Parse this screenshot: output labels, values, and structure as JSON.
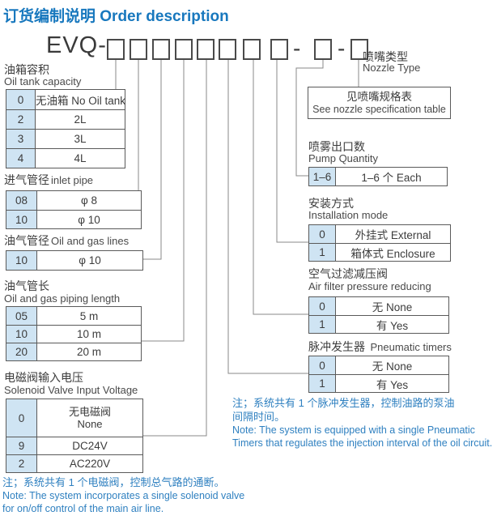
{
  "title": "订货编制说明 Order description",
  "model": {
    "prefix": "EVQ-",
    "separator": "-",
    "main_box_count": 8,
    "suffix_box_count": 2
  },
  "left_tables": [
    {
      "label_zh": "油箱容积",
      "label_en": "Oil tank capacity",
      "rows": [
        {
          "code": "0",
          "desc": "无油箱 No Oil tank"
        },
        {
          "code": "2",
          "desc": "2L"
        },
        {
          "code": "3",
          "desc": "3L"
        },
        {
          "code": "4",
          "desc": "4L"
        }
      ]
    },
    {
      "label_zh": "进气管径",
      "label_en": "inlet pipe",
      "rows": [
        {
          "code": "08",
          "desc": "φ 8"
        },
        {
          "code": "10",
          "desc": "φ 10"
        }
      ]
    },
    {
      "label_zh": "油气管径",
      "label_en": "Oil and gas lines",
      "rows": [
        {
          "code": "10",
          "desc": "φ 10"
        }
      ]
    },
    {
      "label_zh": "油气管长",
      "label_en": "Oil and gas piping length",
      "rows": [
        {
          "code": "05",
          "desc": "5 m"
        },
        {
          "code": "10",
          "desc": "10 m"
        },
        {
          "code": "20",
          "desc": "20 m"
        }
      ]
    },
    {
      "label_zh": "电磁阀输入电压",
      "label_en": "Solenoid Valve Input Voltage",
      "rows": [
        {
          "code": "0",
          "desc_zh": "无电磁阀",
          "desc_en": "None"
        },
        {
          "code": "9",
          "desc": "DC24V"
        },
        {
          "code": "2",
          "desc": "AC220V"
        }
      ]
    }
  ],
  "right_sections": {
    "nozzle": {
      "label_zh": "喷嘴类型",
      "label_en": "Nozzle Type",
      "box_zh": "见喷嘴规格表",
      "box_en": "See nozzle specification table"
    },
    "pump": {
      "label_zh": "喷雾出口数",
      "label_en": "Pump Quantity",
      "rows": [
        {
          "code": "1–6",
          "desc": "1–6 个 Each"
        }
      ]
    },
    "installation": {
      "label_zh": "安装方式",
      "label_en": "Installation mode",
      "rows": [
        {
          "code": "0",
          "desc": "外挂式 External"
        },
        {
          "code": "1",
          "desc": "箱体式 Enclosure"
        }
      ]
    },
    "air_filter": {
      "label_zh": "空气过滤减压阀",
      "label_en": "Air filter pressure reducing",
      "rows": [
        {
          "code": "0",
          "desc": "无 None"
        },
        {
          "code": "1",
          "desc": "有 Yes"
        }
      ]
    },
    "timers": {
      "label_zh": "脉冲发生器",
      "label_en": "Pneumatic timers",
      "rows": [
        {
          "code": "0",
          "desc": "无 None"
        },
        {
          "code": "1",
          "desc": "有 Yes"
        }
      ]
    }
  },
  "notes": {
    "timer_note_zh1": "注；系统共有 1 个脉冲发生器，控制油路的泵油",
    "timer_note_zh2": "间隔时间。",
    "timer_note_en1": "Note: The system is equipped with a single Pneumatic",
    "timer_note_en2": "Timers that regulates the injection interval of the oil circuit.",
    "valve_note_zh": "注；系统共有 1 个电磁阀，控制总气路的通断。",
    "valve_note_en1": "Note: The system incorporates a single solenoid valve",
    "valve_note_en2": "for on/off control of the main air line."
  },
  "colors": {
    "title_blue": "#1878be",
    "note_blue": "#2f80c0",
    "code_cell_bg": "#cfe4f3",
    "table_border": "#5a5a5a",
    "connector_gray": "#8a8a8a"
  }
}
